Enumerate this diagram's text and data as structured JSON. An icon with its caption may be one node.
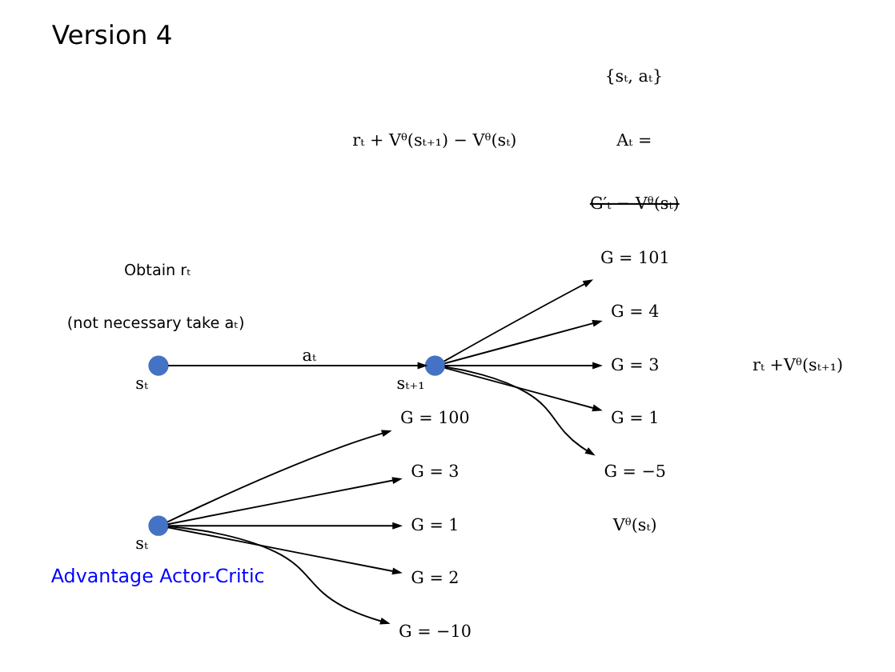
{
  "diagram": {
    "title": "Version 4",
    "nodes": [
      {
        "text": [],
        "shape": "circle",
        "beside": [
          "sₜ"
        ]
      },
      {
        "text": [
          "G = 100"
        ]
      },
      {
        "text": [
          "G = 3"
        ]
      },
      {
        "text": [
          "G = 1"
        ]
      },
      {
        "text": [
          "G = 2"
        ]
      },
      {
        "text": [
          "G = −10"
        ]
      },
      {
        "text": [],
        "shape": "circle",
        "beside": [
          "sₜ"
        ]
      },
      {
        "text": [],
        "shape": "circle",
        "beside": [
          "sₜ₊₁"
        ]
      },
      {
        "text": [
          "G = 101"
        ]
      },
      {
        "text": [
          "G = 4"
        ]
      },
      {
        "text": [
          "G = 3"
        ]
      },
      {
        "text": [
          "G = 1"
        ]
      },
      {
        "text": [
          "G = −5"
        ]
      }
    ],
    "edges": [
      {
        "from": 0,
        "to": 1,
        "arrow": "to"
      },
      {
        "from": 0,
        "to": 2,
        "arrow": "to"
      },
      {
        "from": 0,
        "to": 3,
        "arrow": "to"
      },
      {
        "from": 0,
        "to": 4,
        "arrow": "to"
      },
      {
        "from": 0,
        "to": 5,
        "arrow": "to"
      },
      {
        "from": 6,
        "to": 7,
        "arrow": "to",
        "label": "aₜ"
      },
      {
        "from": 7,
        "to": 8,
        "arrow": "to"
      },
      {
        "from": 7,
        "to": 9,
        "arrow": "to"
      },
      {
        "from": 7,
        "to": 10,
        "arrow": "to"
      },
      {
        "from": 7,
        "to": 11,
        "arrow": "to"
      },
      {
        "from": 7,
        "to": 12,
        "arrow": "to"
      }
    ],
    "labels": [
      "rₜ + Vᶿ(sₜ₊₁) − Vᶿ(sₜ)",
      "Advantage Actor-Critic",
      "{sₜ, aₜ}",
      "Aₜ =",
      "G′ₜ − Vᶿ(sₜ)",
      "Vᶿ(sₜ)",
      "(not necessary take aₜ)",
      "Obtain rₜ",
      "rₜ +Vᶿ(sₜ₊₁)"
    ]
  }
}
